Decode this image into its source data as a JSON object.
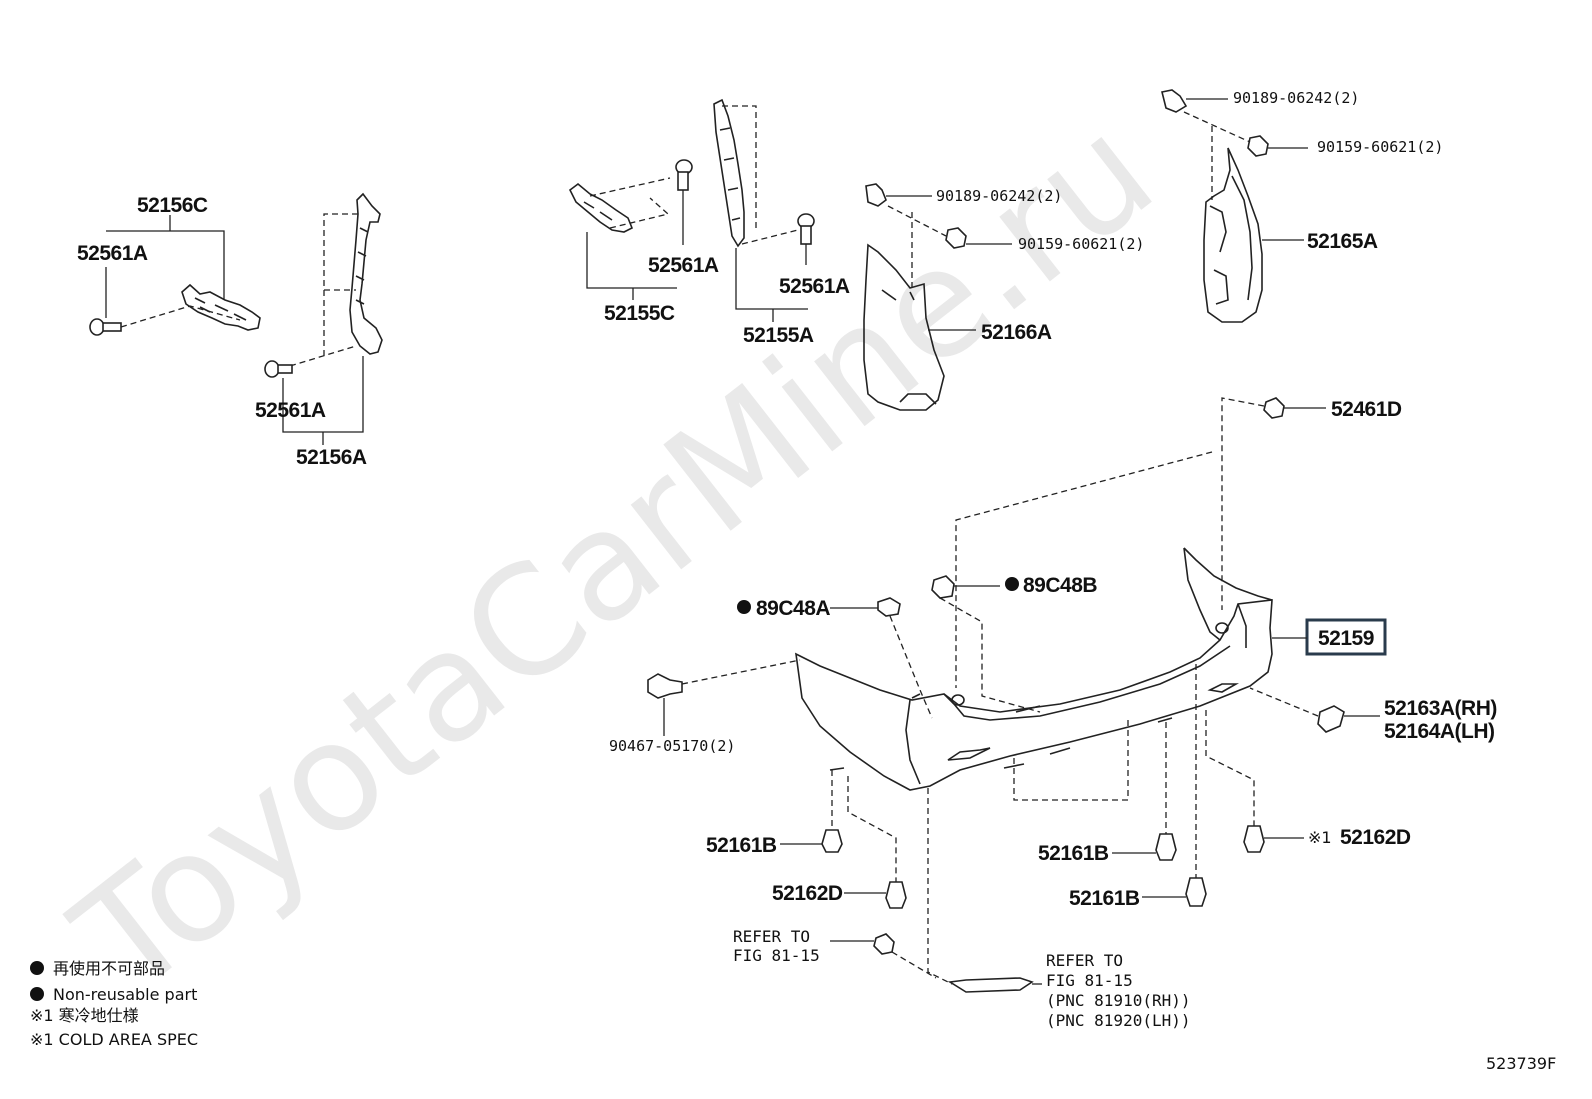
{
  "watermark": "ToyotaCarMine.ru",
  "figure_code": "523739F",
  "highlighted_part": "52159",
  "labels": {
    "p52156C": "52156C",
    "p52561A_1": "52561A",
    "p52561A_2": "52561A",
    "p52156A": "52156A",
    "p52561A_3": "52561A",
    "p52155C": "52155C",
    "p52561A_4": "52561A",
    "p52155A": "52155A",
    "p90189_a": "90189-06242(2)",
    "p90159_a": "90159-60621(2)",
    "p52166A": "52166A",
    "p90189_b": "90189-06242(2)",
    "p90159_b": "90159-60621(2)",
    "p52165A": "52165A",
    "p52461D": "52461D",
    "p89C48B": "89C48B",
    "p89C48A": "89C48A",
    "p52159": "52159",
    "p52163A": "52163A(RH)",
    "p52164A": "52164A(LH)",
    "p90467": "90467-05170(2)",
    "p52161B_1": "52161B",
    "p52161B_2": "52161B",
    "p52161B_3": "52161B",
    "p52162D_1": "52162D",
    "p52162D_2": "52162D",
    "cold_mark": "※1"
  },
  "refs": {
    "ref1_line1": "REFER TO",
    "ref1_line2": "FIG 81-15",
    "ref2_line1": "REFER TO",
    "ref2_line2": "FIG 81-15",
    "ref2_line3": "(PNC 81910(RH))",
    "ref2_line4": "(PNC 81920(LH))"
  },
  "legend": {
    "nonreusable_jp": "再使用不可部品",
    "nonreusable_en": "Non-reusable part",
    "cold_jp": "※1 寒冷地仕様",
    "cold_en": "※1 COLD AREA SPEC"
  }
}
